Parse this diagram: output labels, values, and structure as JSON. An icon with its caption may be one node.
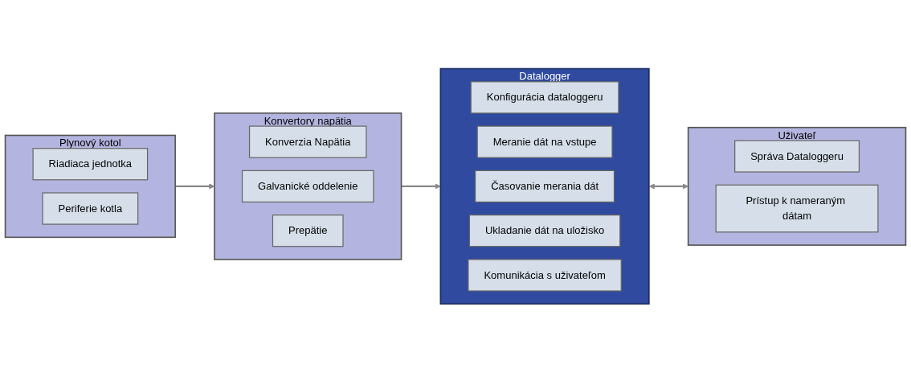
{
  "diagram": {
    "nodes": [
      {
        "text": [
          "Plynový kotol"
        ]
      },
      {
        "text": [
          "Riadiaca jednotka"
        ],
        "in": 0
      },
      {
        "text": [
          "Periferie kotla"
        ],
        "in": 0
      },
      {
        "text": [
          "Konvertory napätia"
        ]
      },
      {
        "text": [
          "Konverzia Napätia"
        ],
        "in": 3
      },
      {
        "text": [
          "Galvanické oddelenie"
        ],
        "in": 3
      },
      {
        "text": [
          "Prepätie"
        ],
        "in": 3
      },
      {
        "text": [
          "Datalogger"
        ]
      },
      {
        "text": [
          "Konfigurácia dataloggeru"
        ],
        "in": 7
      },
      {
        "text": [
          "Meranie dát na vstupe"
        ],
        "in": 7
      },
      {
        "text": [
          "Časovanie merania dát"
        ],
        "in": 7
      },
      {
        "text": [
          "Ukladanie dát na uložisko"
        ],
        "in": 7
      },
      {
        "text": [
          "Komunikácia s uživateľom"
        ],
        "in": 7
      },
      {
        "text": [
          "Uživateľ"
        ]
      },
      {
        "text": [
          "Správa Dataloggeru"
        ],
        "in": 13
      },
      {
        "text": [
          "Prístup k nameraným dátam"
        ],
        "in": 13
      }
    ],
    "edges": [
      {
        "from": 0,
        "to": 3,
        "arrow": "to"
      },
      {
        "from": 3,
        "to": 7,
        "arrow": "to"
      },
      {
        "from": 7,
        "to": 13,
        "arrow": "both"
      }
    ]
  }
}
